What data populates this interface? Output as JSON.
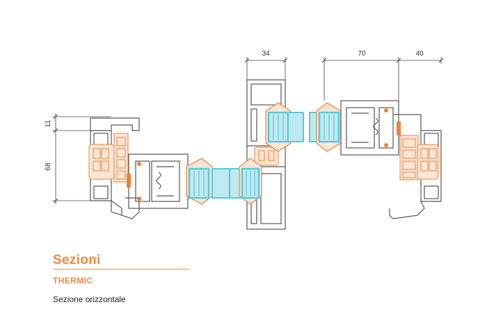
{
  "section": {
    "title": "Sezioni",
    "subtitle": "THERMIC",
    "caption": "Sezione orizzontale"
  },
  "dimensions": {
    "top_center": "34",
    "top_right_1": "70",
    "top_right_2": "40",
    "left_small": "11",
    "left_large": "68"
  },
  "colors": {
    "profile": "#555555",
    "gasket": "#e8833c",
    "glass": "#5ac8d8",
    "accent": "#ee8a3c"
  }
}
